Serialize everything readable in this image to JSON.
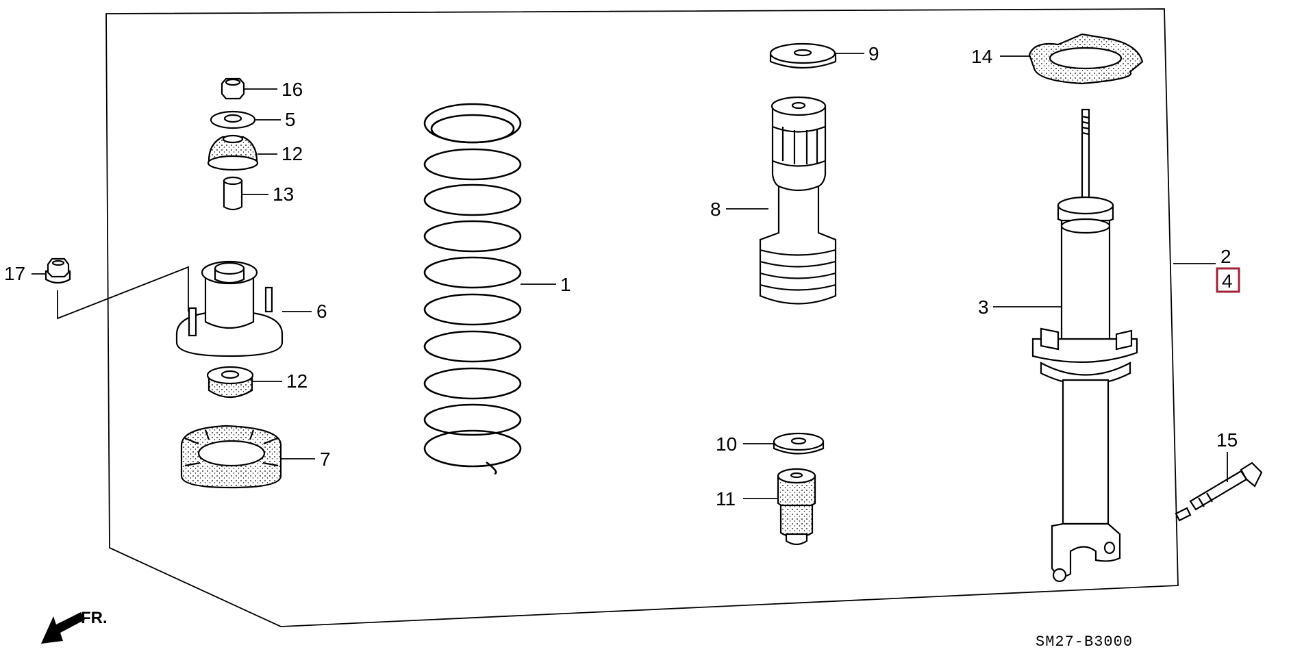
{
  "diagram": {
    "code": "SM27-B3000",
    "direction": "FR.",
    "highlight_color": "#a0203a",
    "labels": {
      "1": "1",
      "2": "2",
      "3": "3",
      "4": "4",
      "5": "5",
      "6": "6",
      "7": "7",
      "8": "8",
      "9": "9",
      "10": "10",
      "11": "11",
      "12a": "12",
      "12b": "12",
      "13": "13",
      "14": "14",
      "15": "15",
      "16": "16",
      "17": "17"
    }
  }
}
